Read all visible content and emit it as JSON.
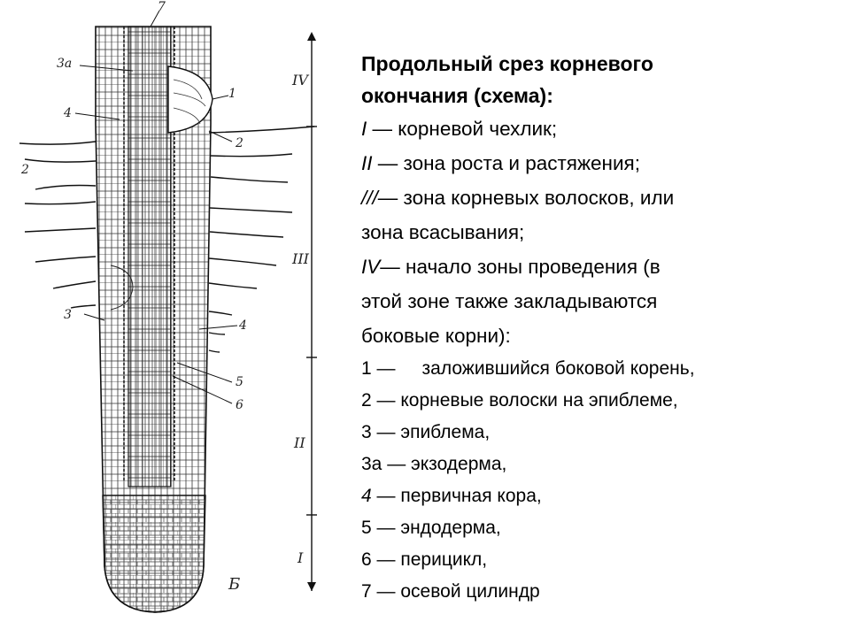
{
  "figure": {
    "labels": {
      "l7": "7",
      "l3a": "3а",
      "l4_left": "4",
      "l2_left": "2",
      "l3_left": "3",
      "l1_right": "1",
      "l2_right": "2",
      "l4_right": "4",
      "l5_right": "5",
      "l6_right": "6",
      "b": "Б"
    },
    "zones": [
      "IV",
      "III",
      "II",
      "I"
    ]
  },
  "legend": {
    "title_line1": "Продольный срез корневого",
    "title_line2": "окончания (схема):",
    "zones": [
      {
        "num": "I",
        "text": " — корневой чехлик;"
      },
      {
        "num": "II",
        "text": " — зона роста и растяжения;"
      },
      {
        "num": "///",
        "text": "— зона корневых волосков, или"
      },
      {
        "num": "",
        "text": "зона всасывания;"
      },
      {
        "num": "IV",
        "text": "— начало зоны проведения (в"
      },
      {
        "num": "",
        "text": "этой зоне также закладываются"
      },
      {
        "num": "",
        "text": "боковые корни):"
      }
    ],
    "items": [
      {
        "num": "1",
        "dash": " —",
        "text": "заложившийся боковой корень,"
      },
      {
        "num": "2",
        "dash": " —",
        "text": " корневые волоски на эпиблеме,"
      },
      {
        "num": "3",
        "dash": " —",
        "text": " эпиблема,"
      },
      {
        "num": "3а",
        "dash": " —",
        "text": " экзодерма,"
      },
      {
        "num": "4",
        "dash": " —",
        "text": " первичная кора,"
      },
      {
        "num": "5",
        "dash": " —",
        "text": " эндодерма,"
      },
      {
        "num": "6",
        "dash": " —",
        "text": " перицикл,"
      },
      {
        "num": "7",
        "dash": " —",
        "text": " осевой цилиндр"
      }
    ]
  }
}
